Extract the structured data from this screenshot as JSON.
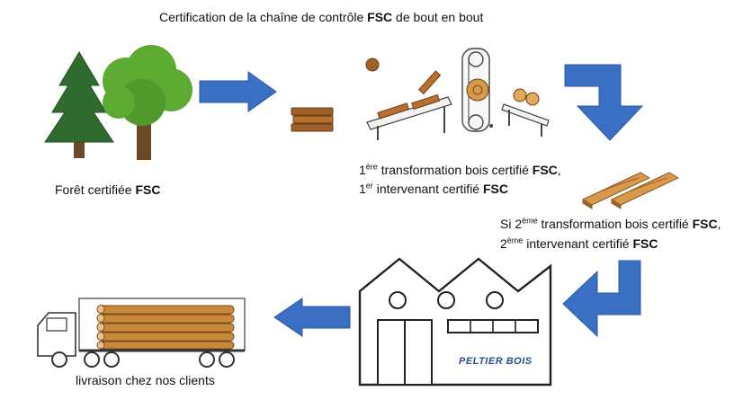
{
  "title": {
    "prefix": "Certification de la chaîne de contrôle ",
    "bold": "FSC",
    "suffix": " de bout en bout"
  },
  "forest": {
    "text": "Forêt certifiée ",
    "bold": "FSC"
  },
  "first_transformation": {
    "line1_num": "1",
    "line1_sup": "ère",
    "line1_text": " transformation bois certifié ",
    "line1_bold": "FSC",
    "line1_end": ",",
    "line2_num": "1",
    "line2_sup": "er",
    "line2_text": " intervenant certifié ",
    "line2_bold": "FSC"
  },
  "second_transformation": {
    "line1_prefix": "Si 2",
    "line1_sup": "ème",
    "line1_text": " transformation bois certifié ",
    "line1_bold": "FSC",
    "line1_end": ",",
    "line2_num": "2",
    "line2_sup": "ème",
    "line2_text": " intervenant certifié ",
    "line2_bold": "FSC"
  },
  "delivery": {
    "text": "livraison chez nos clients"
  },
  "factory": {
    "brand": "PELTIER BOIS"
  },
  "colors": {
    "arrow": "#3a6fc4",
    "arrow_stroke": "#2a5aa8",
    "wood": "#c9893a",
    "wood_dark": "#7a4a1c",
    "tree_dark": "#2f6b2f",
    "tree_light": "#5caa32",
    "brand": "#2b4d8a"
  }
}
